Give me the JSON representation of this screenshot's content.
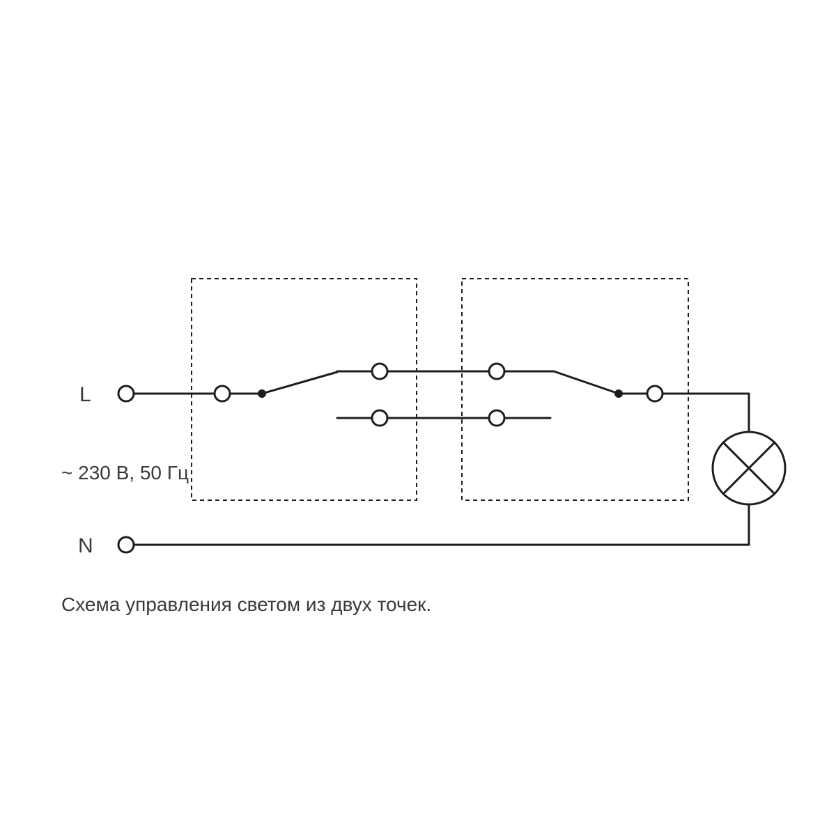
{
  "diagram": {
    "caption": "Схема управления светом из двух точек.",
    "labels": {
      "line_terminal": "L",
      "neutral_terminal": "N",
      "voltage_rating": "~ 230 В, 50 Гц"
    },
    "colors": {
      "wire": "#1d1d1b",
      "text": "#3a3a39",
      "background": "#ffffff"
    },
    "components": {
      "switch_1": "two-way-switch-left",
      "switch_2": "two-way-switch-right",
      "lamp": "lamp-symbol"
    }
  }
}
